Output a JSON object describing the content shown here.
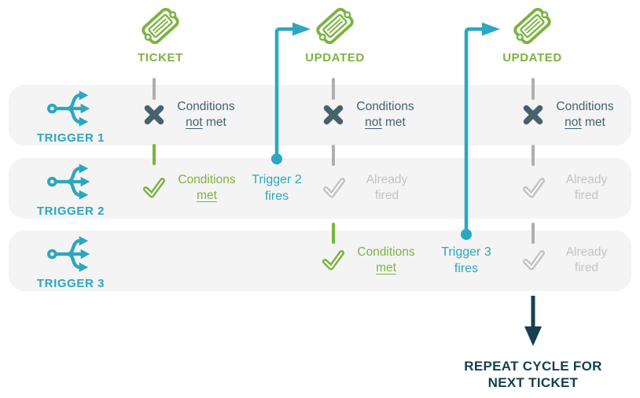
{
  "colors": {
    "green": "#7CB342",
    "teal": "#2BA7C0",
    "slate": "#47616D",
    "gray-text": "#C3C3C3",
    "gray-line": "#AFAFAF",
    "navy": "#16404F",
    "band": "#F4F4F4"
  },
  "tickets": [
    {
      "label": "TICKET"
    },
    {
      "label": "UPDATED"
    },
    {
      "label": "UPDATED"
    }
  ],
  "triggers": [
    {
      "label": "TRIGGER 1"
    },
    {
      "label": "TRIGGER 2"
    },
    {
      "label": "TRIGGER 3"
    }
  ],
  "statuses": {
    "not_met": {
      "line1": "Conditions",
      "underlined": "not",
      "rest": " met"
    },
    "met": {
      "line1": "Conditions",
      "underlined": "met"
    },
    "already": {
      "line1": "Already",
      "line2": "fired"
    }
  },
  "fires": [
    {
      "line1": "Trigger 2",
      "line2": "fires"
    },
    {
      "line1": "Trigger 3",
      "line2": "fires"
    }
  ],
  "footer": {
    "line1": "REPEAT CYCLE FOR",
    "line2": "NEXT TICKET"
  }
}
